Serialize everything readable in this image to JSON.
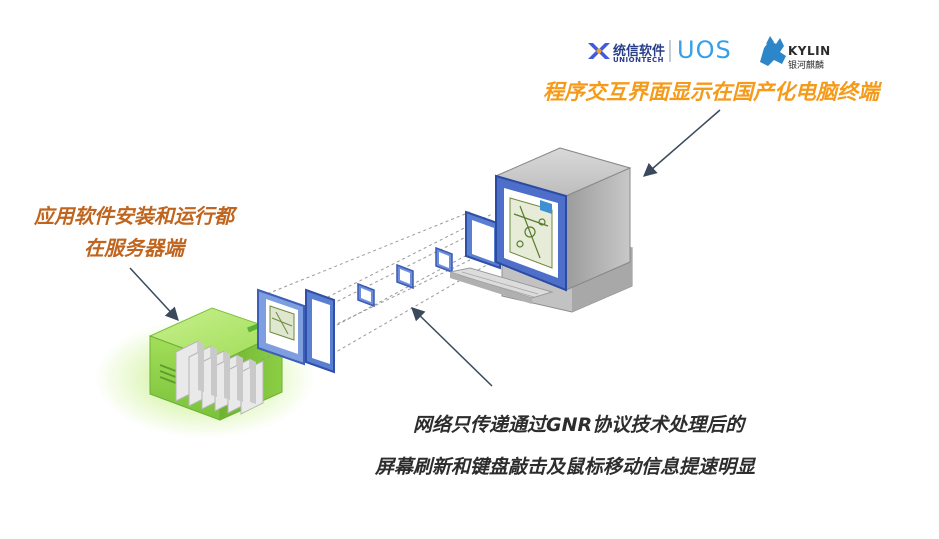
{
  "logos": {
    "uniontech_cn": "统信软件",
    "uniontech_en": "UNIONTECH",
    "uos": "UOS",
    "kylin_en": "KYLIN",
    "kylin_cn": "银河麒麟"
  },
  "labels": {
    "client_terminal": "程序交互界面显示在国产化电脑终端",
    "server_line1": "应用软件安装和运行都",
    "server_line2": "在服务器端",
    "network_line1": "网络只传递通过GNR协议技术处理后的",
    "network_line2": "屏幕刷新和键盘敲击及鼠标移动信息提速明显"
  },
  "colors": {
    "orange": "#f59b1c",
    "brown": "#c0651f",
    "server_green": "#8fd548",
    "frame_blue": "#4d6fc9"
  }
}
